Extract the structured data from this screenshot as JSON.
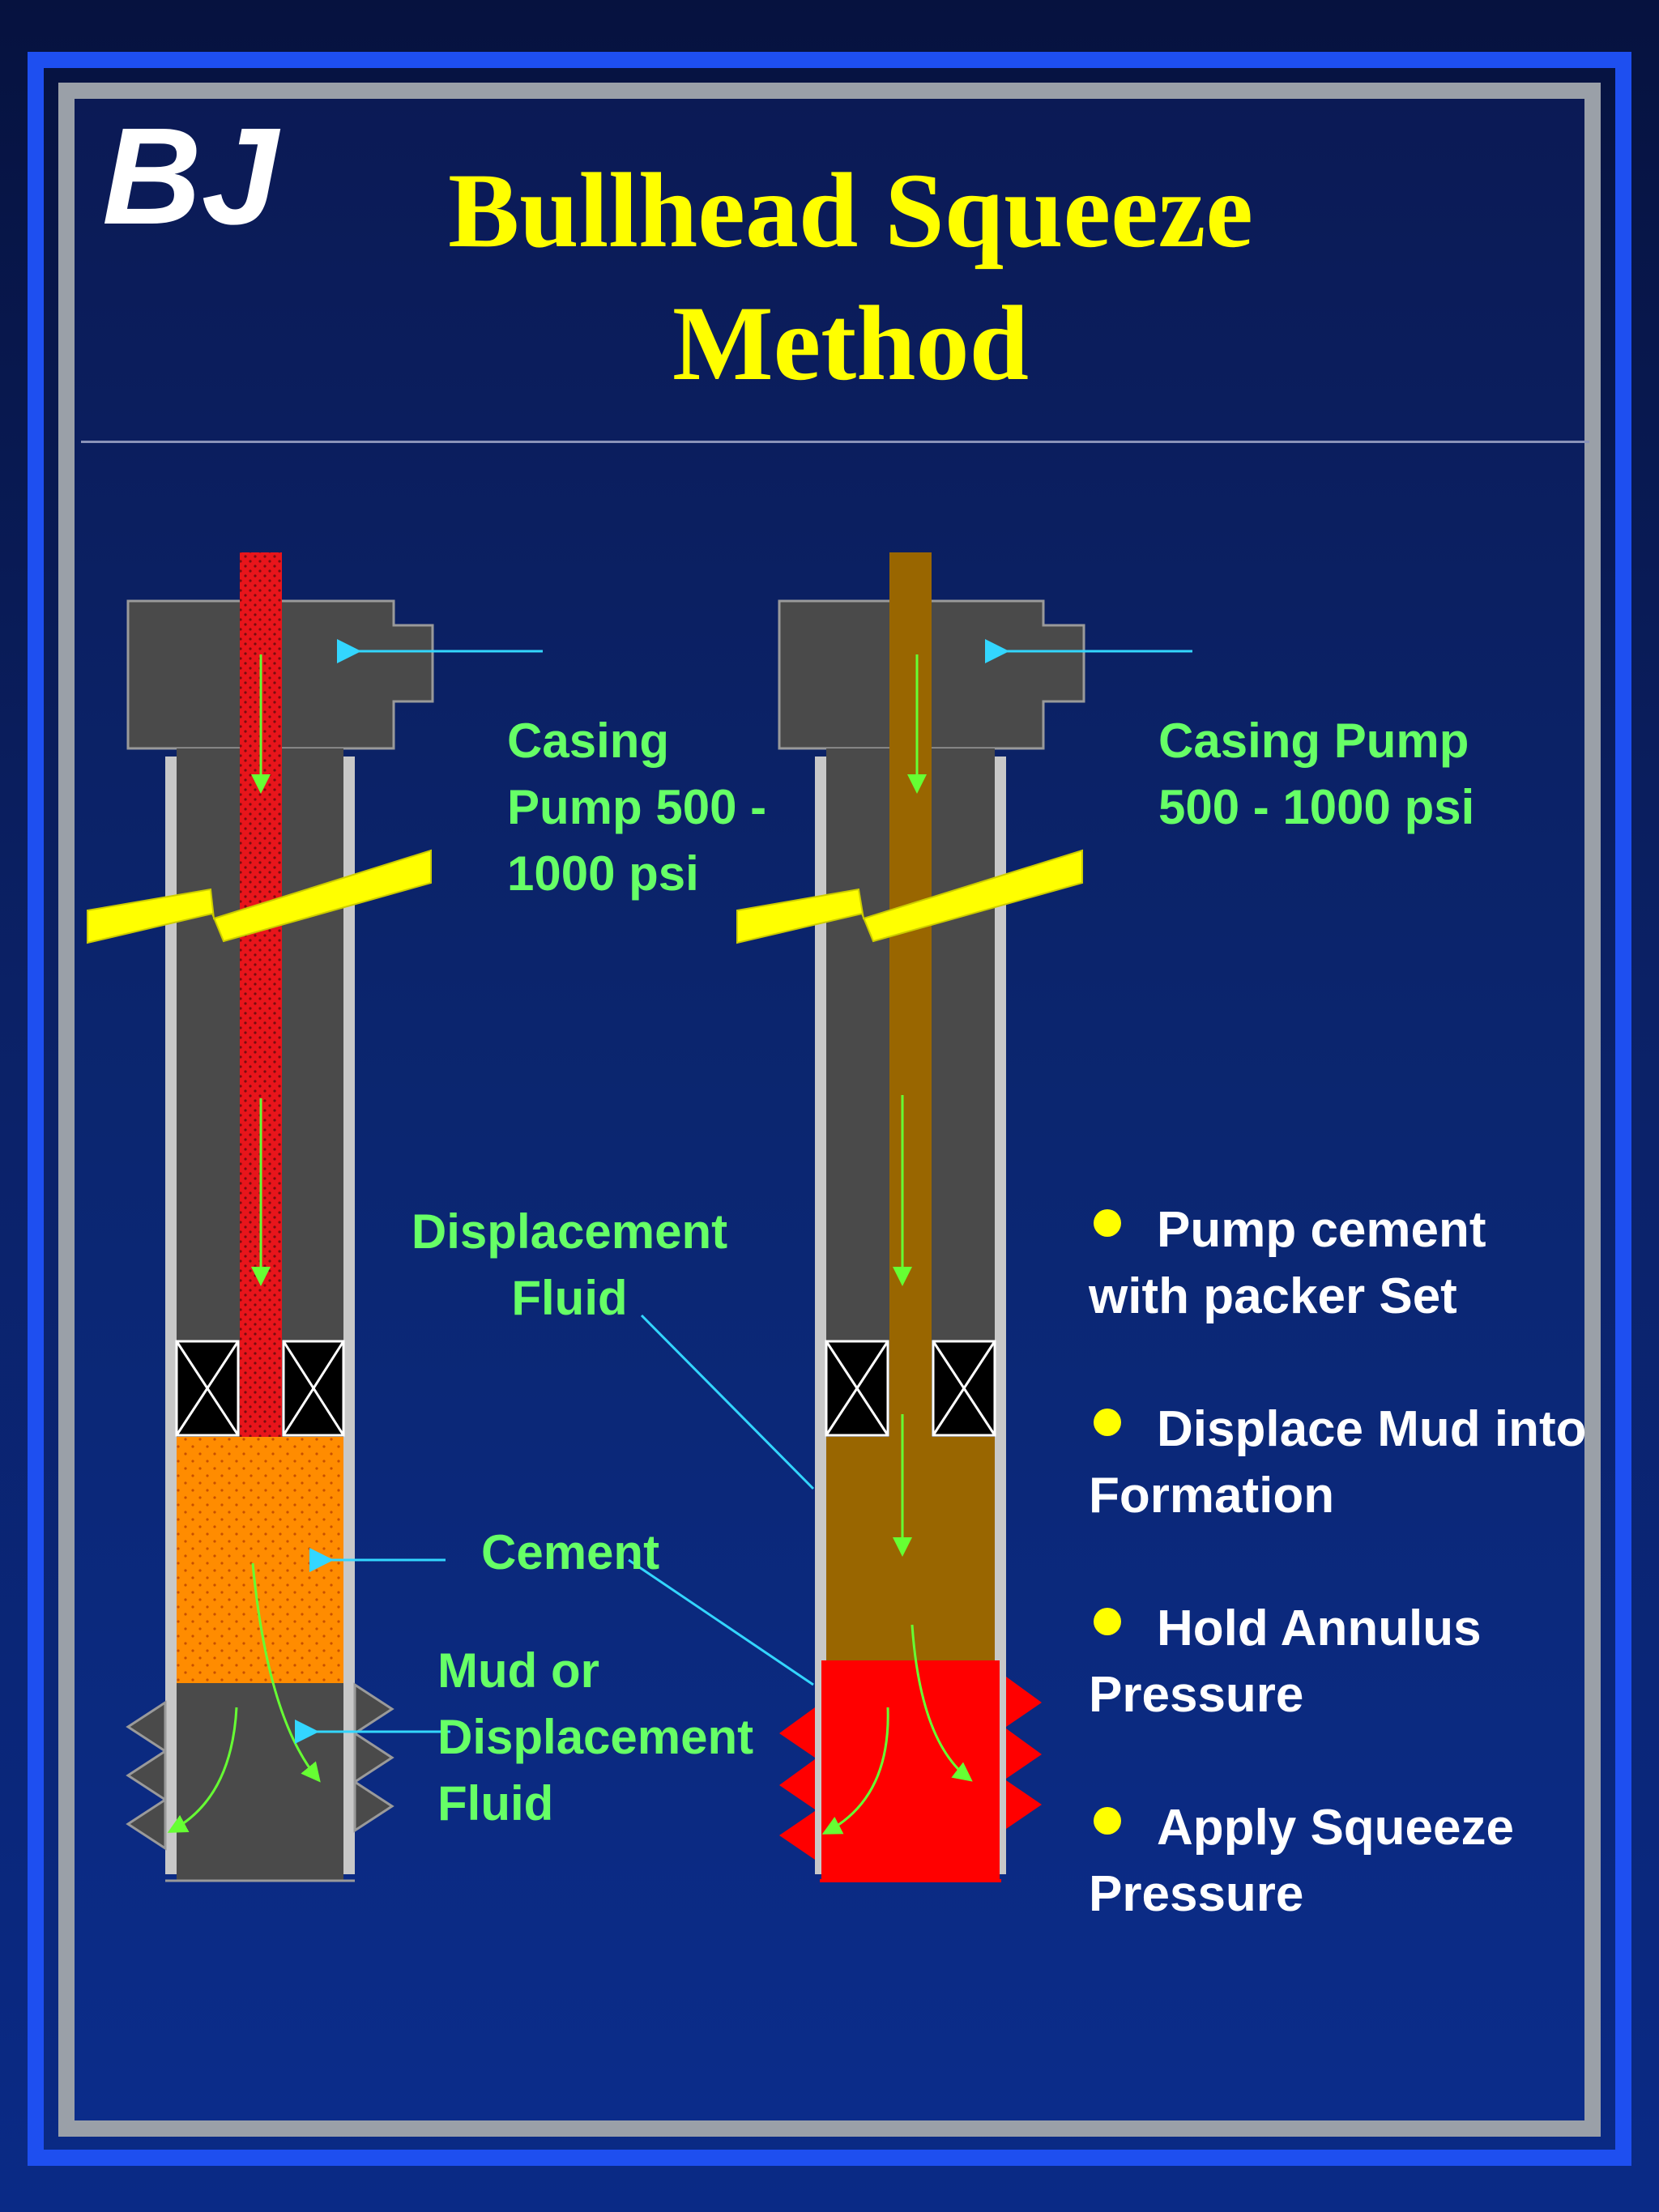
{
  "title": "Bullhead Squeeze Method",
  "logo_text": "BJ",
  "left_diagram": {
    "pump_label": "Casing Pump 500 - 1000 psi",
    "displacement_label": "Displacement Fluid",
    "cement_label": "Cement",
    "mud_label": "Mud or Displacement Fluid"
  },
  "right_diagram": {
    "pump_label": "Casing Pump 500 - 1000 psi"
  },
  "bullets": [
    "Pump cement with packer Set",
    "Displace Mud into Formation",
    "Hold Annulus Pressure",
    "Apply Squeeze Pressure"
  ],
  "colors": {
    "title": "#ffff00",
    "label": "#66ff66",
    "bullet_text": "#ffffff",
    "bullet_dot": "#ffff00",
    "tubing_left": "#e8151b",
    "tubing_right": "#996600",
    "cement_left": "#ff8c00",
    "cement_right": "#ff0000",
    "wellbore": "#4a4a4a",
    "casing_wall": "#c8c8c8",
    "break_mark": "#ffff00",
    "arrow_cyan": "#33d6ff",
    "arrow_green": "#66ff33"
  }
}
